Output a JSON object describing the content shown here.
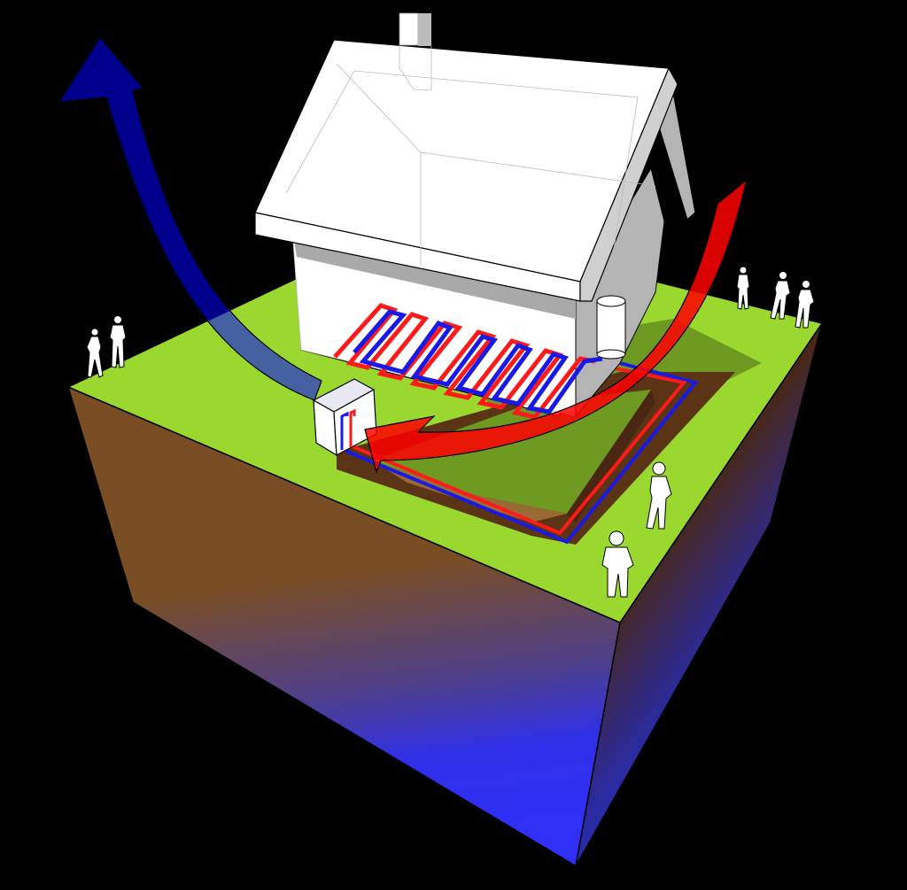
{
  "diagram": {
    "subject": "House with ground-source heat pump and underfloor heating",
    "background_color": "#000000",
    "colors": {
      "grass": "#9bd82f",
      "grass_shadow": "#6f9a22",
      "soil": "#7a4e24",
      "soil_dark": "#4a2a12",
      "groundwater": "#2f2ff0",
      "hot_pipe": "#ff1a1a",
      "cold_pipe": "#1a1ae6",
      "cold_arrow": "#0000c8",
      "warm_arrow": "#ff0000",
      "house_wall": "#b4b4b4",
      "house_roof": "#ffffff"
    },
    "elements": [
      {
        "name": "house",
        "label": "Transparent house"
      },
      {
        "name": "chimney",
        "label": "Chimney"
      },
      {
        "name": "underfloor-heating",
        "label": "Underfloor heating loops"
      },
      {
        "name": "hot-water-tank",
        "label": "Hot water cylinder"
      },
      {
        "name": "heat-pump-unit",
        "label": "Heat pump unit"
      },
      {
        "name": "ground-loop",
        "label": "Horizontal ground collector loop in trench"
      },
      {
        "name": "heat-extraction-arrow",
        "label": "Red arrow: heat drawn from ground to heat pump"
      },
      {
        "name": "heat-release-arrow",
        "label": "Blue arrow: cooled air released"
      },
      {
        "name": "people",
        "label": "Person silhouettes",
        "count": 7
      }
    ]
  }
}
